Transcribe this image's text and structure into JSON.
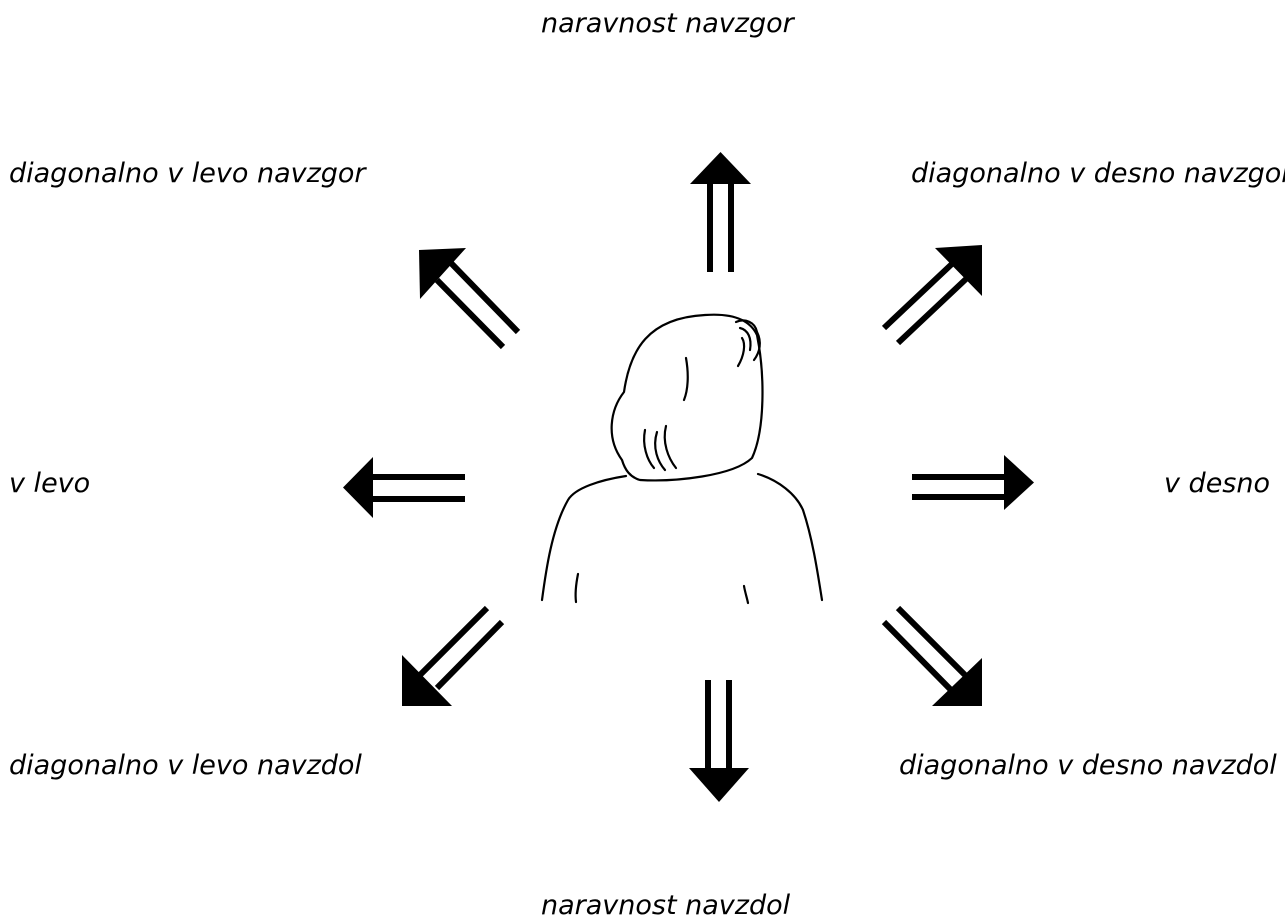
{
  "labels": {
    "up": "naravnost navzgor",
    "up_left": "diagonalno v levo navzgor",
    "up_right": "diagonalno v desno navzgor",
    "left": "v levo",
    "right": "v desno",
    "down_left": "diagonalno v levo navzdol",
    "down_right": "diagonalno v desno navzdol",
    "down": "naravnost navzdol"
  },
  "colors": {
    "stroke": "#000000",
    "background": "#ffffff"
  },
  "figure": "person-back-view"
}
